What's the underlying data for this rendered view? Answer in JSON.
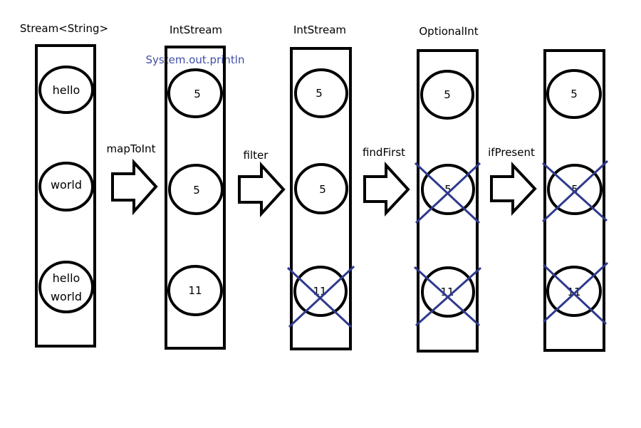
{
  "colors": {
    "stroke": "#000000",
    "annotation": "#3f4fa6",
    "cross": "#2e3a8c",
    "background": "#ffffff"
  },
  "columns": [
    {
      "title": "Stream<String>",
      "items": [
        {
          "lines": [
            "hello"
          ],
          "crossed": false
        },
        {
          "lines": [
            "world"
          ],
          "crossed": false
        },
        {
          "lines": [
            "hello",
            "world"
          ],
          "crossed": false
        }
      ]
    },
    {
      "title": "IntStream",
      "note": "System.out.println",
      "items": [
        {
          "lines": [
            "5"
          ],
          "crossed": false
        },
        {
          "lines": [
            "5"
          ],
          "crossed": false,
          "highlight": true
        },
        {
          "lines": [
            "11"
          ],
          "crossed": false,
          "highlight": true
        }
      ]
    },
    {
      "title": "IntStream",
      "items": [
        {
          "lines": [
            "5"
          ],
          "crossed": false
        },
        {
          "lines": [
            "5"
          ],
          "crossed": false
        },
        {
          "lines": [
            "11"
          ],
          "crossed": true
        }
      ]
    },
    {
      "title": "OptionalInt",
      "items": [
        {
          "lines": [
            "5"
          ],
          "crossed": false
        },
        {
          "lines": [
            "5"
          ],
          "crossed": true
        },
        {
          "lines": [
            "11"
          ],
          "crossed": true
        }
      ]
    },
    {
      "title": "",
      "items": [
        {
          "lines": [
            "5"
          ],
          "crossed": false
        },
        {
          "lines": [
            "5"
          ],
          "crossed": true
        },
        {
          "lines": [
            "11"
          ],
          "crossed": true
        }
      ]
    }
  ],
  "operations": [
    {
      "label": "mapToInt"
    },
    {
      "label": "filter"
    },
    {
      "label": "findFirst"
    },
    {
      "label": "ifPresent"
    }
  ]
}
